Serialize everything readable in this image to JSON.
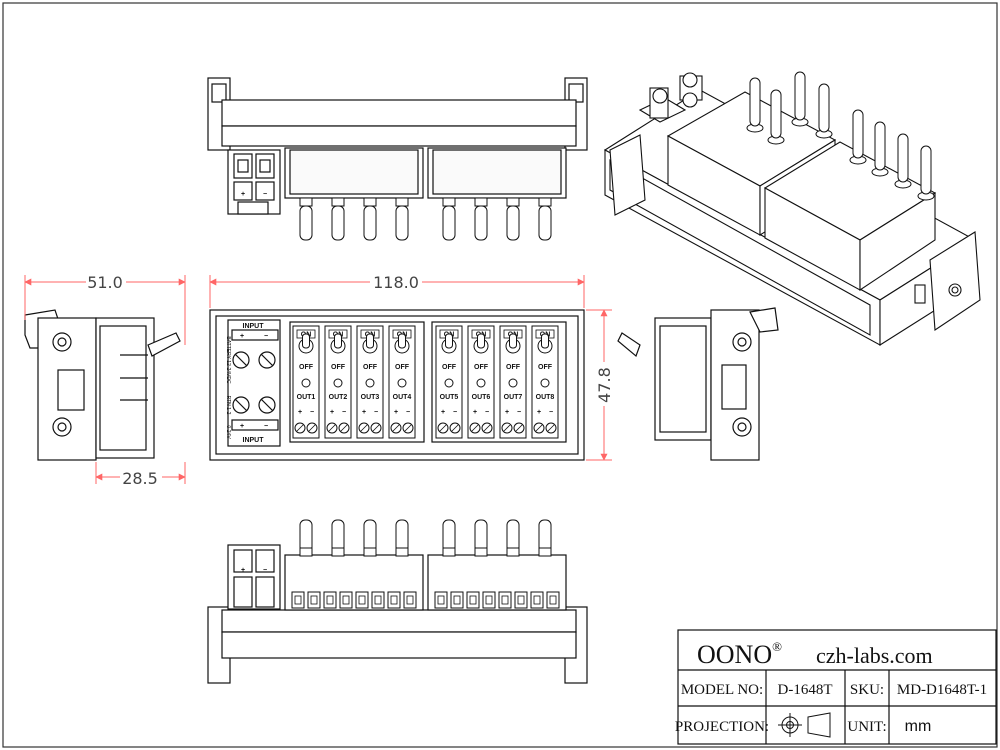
{
  "dimensions": {
    "width_left": "51.0",
    "length_top": "118.0",
    "height_right": "47.8",
    "depth_bottom": "28.5"
  },
  "board_labels": {
    "input": "INPUT",
    "plus": "+",
    "minus": "−",
    "plus_minus": "+/−",
    "side_text_1": "BATTERY 12-24VDC",
    "side_text_2": "RTN 1-2",
    "side_text_3": "0-24V",
    "on": "ON",
    "off": "OFF",
    "outputs": [
      "OUT1",
      "OUT2",
      "OUT3",
      "OUT4",
      "OUT5",
      "OUT6",
      "OUT7",
      "OUT8"
    ]
  },
  "title_block": {
    "brand": "OONO",
    "brand_mark": "®",
    "website": "czh-labs.com",
    "model_label": "MODEL NO:",
    "model_value": "D-1648T",
    "sku_label": "SKU:",
    "sku_value": "MD-D1648T-1",
    "projection_label": "PROJECTION:",
    "unit_label": "UNIT:",
    "unit_value": "mm"
  }
}
